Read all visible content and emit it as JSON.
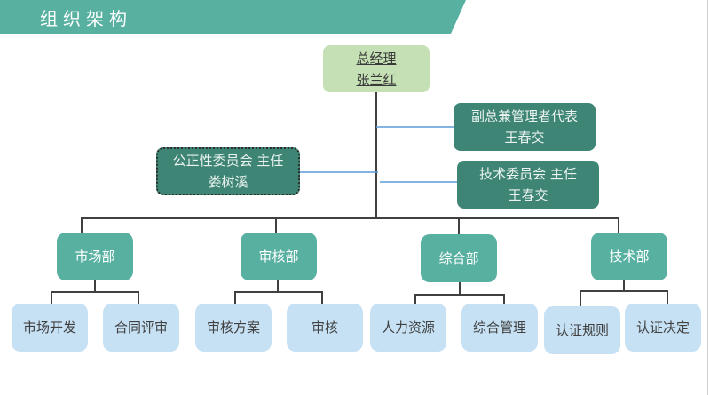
{
  "header": {
    "title": "组织架构"
  },
  "colors": {
    "banner": "#58b0a1",
    "ceo": "#c5e0b4",
    "staff": "#3f8576",
    "department": "#58b0a1",
    "team": "#c6e1f4",
    "staff_connector": "#5b9bd5",
    "connector": "#404040"
  },
  "ceo": {
    "title": "总经理",
    "name": "张兰红"
  },
  "staff": [
    {
      "title": "副总兼管理者代表",
      "name": "王春交"
    },
    {
      "title": "公正性委员会 主任",
      "name": "娄树溪"
    },
    {
      "title": "技术委员会 主任",
      "name": "王春交"
    }
  ],
  "departments": [
    {
      "name": "市场部",
      "teams": [
        "市场开发",
        "合同评审"
      ]
    },
    {
      "name": "审核部",
      "teams": [
        "审核方案",
        "审核"
      ]
    },
    {
      "name": "综合部",
      "teams": [
        "人力资源",
        "综合管理"
      ]
    },
    {
      "name": "技术部",
      "teams": [
        "认证规则",
        "认证决定"
      ]
    }
  ]
}
